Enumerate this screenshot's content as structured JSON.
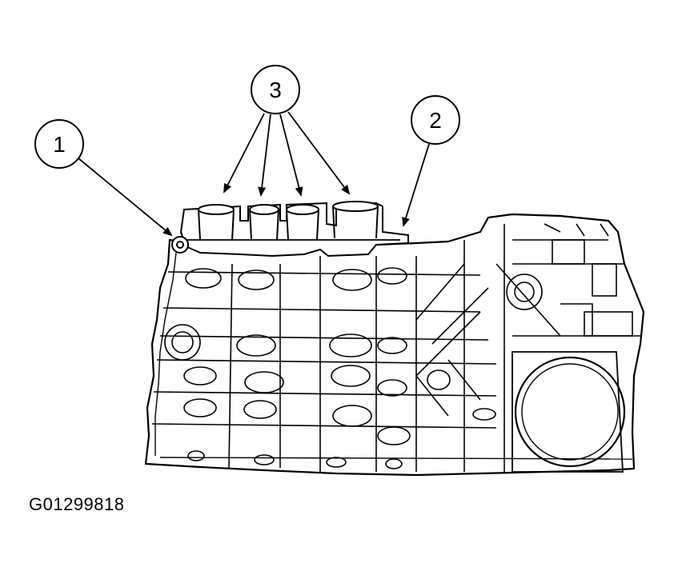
{
  "figure_id": "G01299818",
  "callouts": [
    {
      "label": "1",
      "name": "callout-1"
    },
    {
      "label": "2",
      "name": "callout-2"
    },
    {
      "label": "3",
      "name": "callout-3"
    }
  ],
  "colors": {
    "ink": "#000000",
    "paper": "#ffffff"
  }
}
